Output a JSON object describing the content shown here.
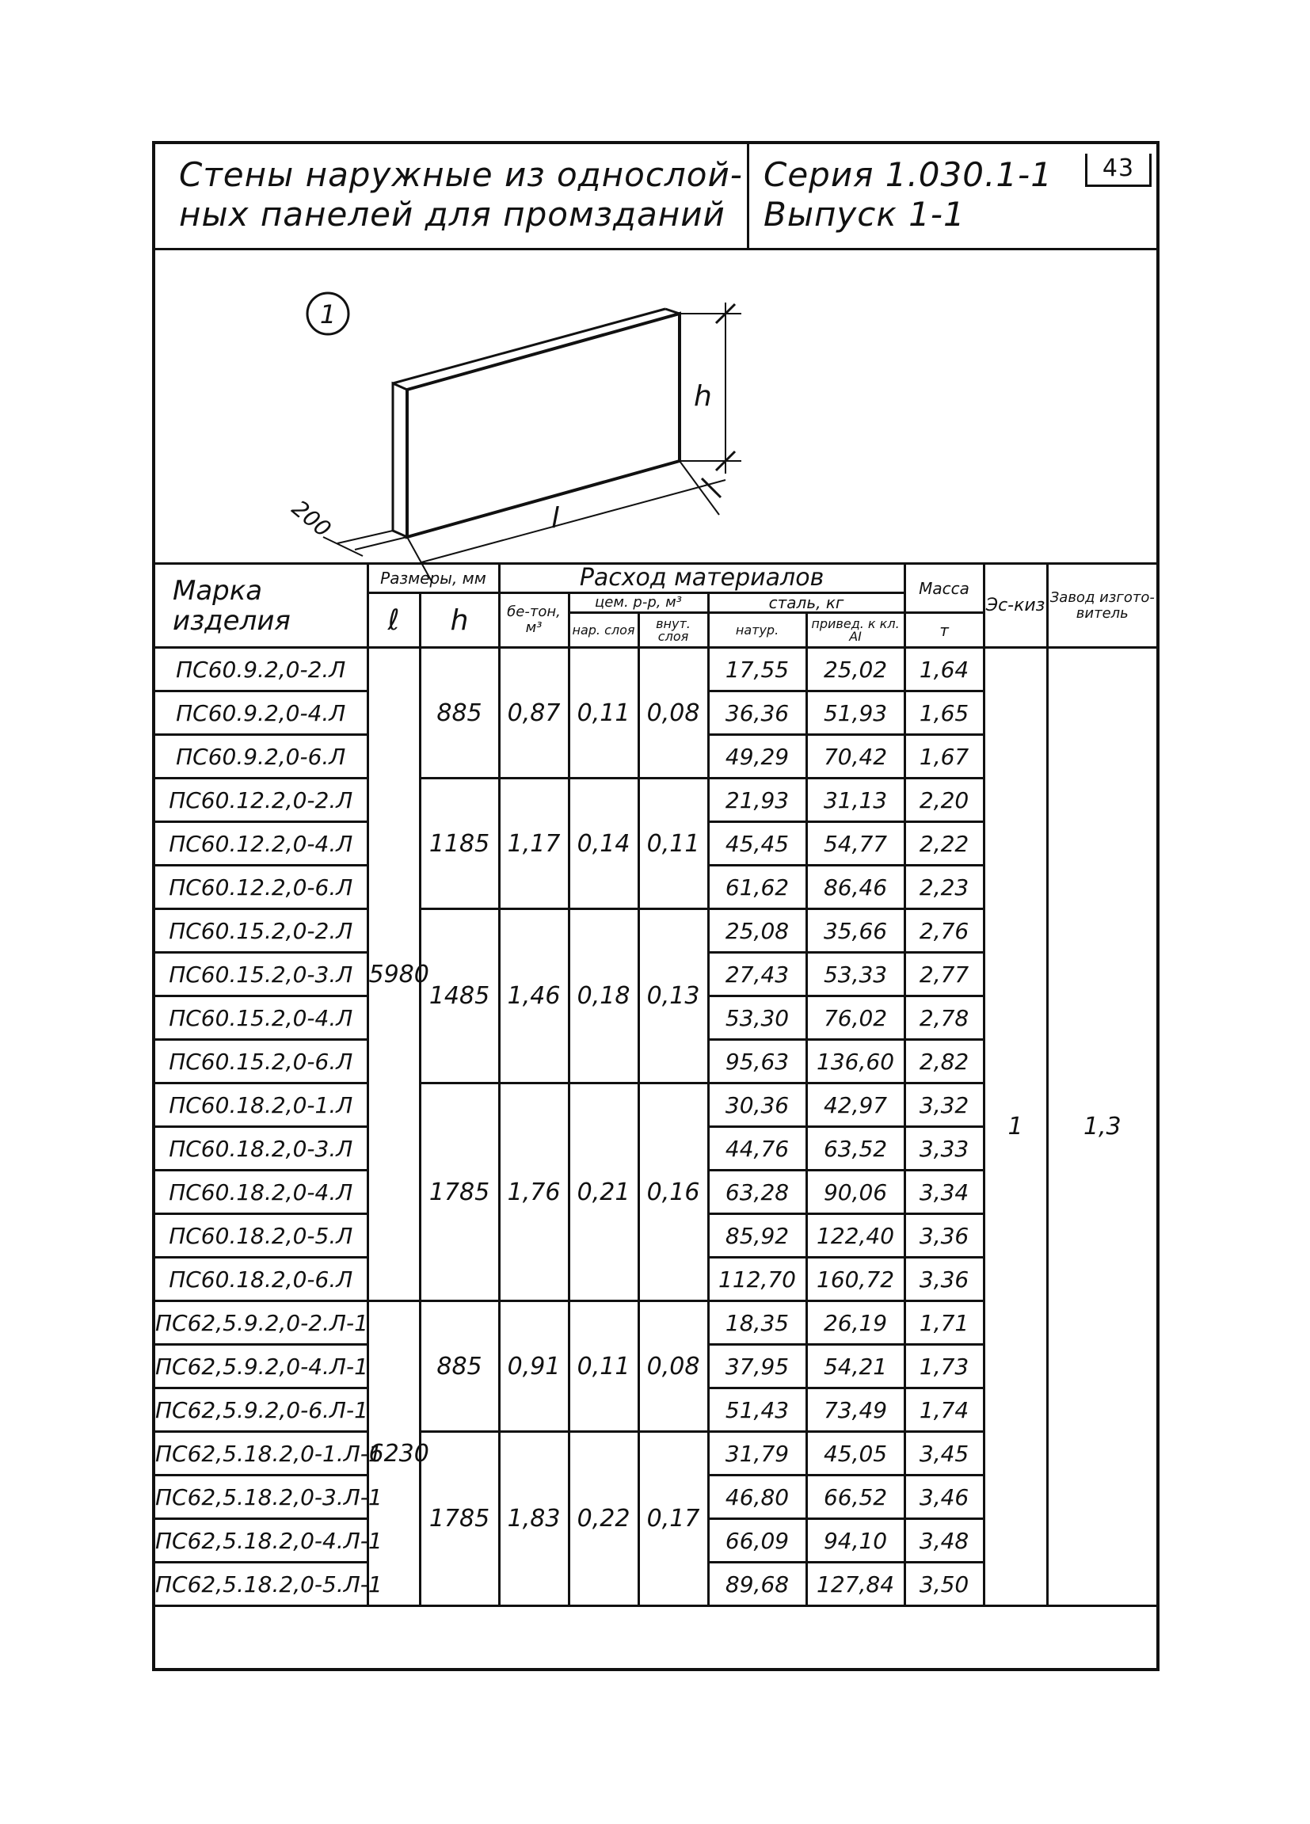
{
  "title": {
    "line1": "Стены наружные из однослой-",
    "line2": "ных панелей для промзданий",
    "series": "Серия 1.030.1-1",
    "issue": "Выпуск 1-1",
    "sheet_number": "43"
  },
  "sketch": {
    "marker": "1",
    "dim_h": "h",
    "dim_l": "l",
    "dim_thickness": "200"
  },
  "table": {
    "headers": {
      "mark": "Марка изделия",
      "dimensions": "Размеры, мм",
      "dim_l": "ℓ",
      "dim_h": "h",
      "consumption": "Расход материалов",
      "concrete": "бе-тон, м³",
      "mortar": "цем. р-р, м³",
      "mortar_outer": "нар. слоя",
      "mortar_inner": "внут. слоя",
      "steel": "сталь, кг",
      "steel_natural": "натур.",
      "steel_reduced": "привед. к кл. AI",
      "mass": "Масса",
      "mass_unit": "т",
      "sketch": "Эс-киз",
      "factory": "Завод изгото-витель"
    },
    "sketch_value": "1",
    "factory_value": "1,3",
    "length_groups": [
      {
        "value": "5980",
        "rows": 15
      },
      {
        "value": "6230",
        "rows": 7
      }
    ],
    "height_groups": [
      {
        "h": "885",
        "concrete": "0,87",
        "outer": "0,11",
        "inner": "0,08",
        "rows": 3
      },
      {
        "h": "1185",
        "concrete": "1,17",
        "outer": "0,14",
        "inner": "0,11",
        "rows": 3
      },
      {
        "h": "1485",
        "concrete": "1,46",
        "outer": "0,18",
        "inner": "0,13",
        "rows": 4
      },
      {
        "h": "1785",
        "concrete": "1,76",
        "outer": "0,21",
        "inner": "0,16",
        "rows": 5
      },
      {
        "h": "885",
        "concrete": "0,91",
        "outer": "0,11",
        "inner": "0,08",
        "rows": 3
      },
      {
        "h": "1785",
        "concrete": "1,83",
        "outer": "0,22",
        "inner": "0,17",
        "rows": 4
      }
    ],
    "rows": [
      {
        "mark": "ПС60.9.2,0-2.Л",
        "natural": "17,55",
        "reduced": "25,02",
        "mass": "1,64"
      },
      {
        "mark": "ПС60.9.2,0-4.Л",
        "natural": "36,36",
        "reduced": "51,93",
        "mass": "1,65"
      },
      {
        "mark": "ПС60.9.2,0-6.Л",
        "natural": "49,29",
        "reduced": "70,42",
        "mass": "1,67"
      },
      {
        "mark": "ПС60.12.2,0-2.Л",
        "natural": "21,93",
        "reduced": "31,13",
        "mass": "2,20"
      },
      {
        "mark": "ПС60.12.2,0-4.Л",
        "natural": "45,45",
        "reduced": "54,77",
        "mass": "2,22"
      },
      {
        "mark": "ПС60.12.2,0-6.Л",
        "natural": "61,62",
        "reduced": "86,46",
        "mass": "2,23"
      },
      {
        "mark": "ПС60.15.2,0-2.Л",
        "natural": "25,08",
        "reduced": "35,66",
        "mass": "2,76"
      },
      {
        "mark": "ПС60.15.2,0-3.Л",
        "natural": "27,43",
        "reduced": "53,33",
        "mass": "2,77"
      },
      {
        "mark": "ПС60.15.2,0-4.Л",
        "natural": "53,30",
        "reduced": "76,02",
        "mass": "2,78"
      },
      {
        "mark": "ПС60.15.2,0-6.Л",
        "natural": "95,63",
        "reduced": "136,60",
        "mass": "2,82"
      },
      {
        "mark": "ПС60.18.2,0-1.Л",
        "natural": "30,36",
        "reduced": "42,97",
        "mass": "3,32"
      },
      {
        "mark": "ПС60.18.2,0-3.Л",
        "natural": "44,76",
        "reduced": "63,52",
        "mass": "3,33"
      },
      {
        "mark": "ПС60.18.2,0-4.Л",
        "natural": "63,28",
        "reduced": "90,06",
        "mass": "3,34"
      },
      {
        "mark": "ПС60.18.2,0-5.Л",
        "natural": "85,92",
        "reduced": "122,40",
        "mass": "3,36"
      },
      {
        "mark": "ПС60.18.2,0-6.Л",
        "natural": "112,70",
        "reduced": "160,72",
        "mass": "3,36"
      },
      {
        "mark": "ПС62,5.9.2,0-2.Л-1",
        "natural": "18,35",
        "reduced": "26,19",
        "mass": "1,71"
      },
      {
        "mark": "ПС62,5.9.2,0-4.Л-1",
        "natural": "37,95",
        "reduced": "54,21",
        "mass": "1,73"
      },
      {
        "mark": "ПС62,5.9.2,0-6.Л-1",
        "natural": "51,43",
        "reduced": "73,49",
        "mass": "1,74"
      },
      {
        "mark": "ПС62,5.18.2,0-1.Л-1",
        "natural": "31,79",
        "reduced": "45,05",
        "mass": "3,45"
      },
      {
        "mark": "ПС62,5.18.2,0-3.Л-1",
        "natural": "46,80",
        "reduced": "66,52",
        "mass": "3,46"
      },
      {
        "mark": "ПС62,5.18.2,0-4.Л-1",
        "natural": "66,09",
        "reduced": "94,10",
        "mass": "3,48"
      },
      {
        "mark": "ПС62,5.18.2,0-5.Л-1",
        "natural": "89,68",
        "reduced": "127,84",
        "mass": "3,50"
      }
    ]
  }
}
